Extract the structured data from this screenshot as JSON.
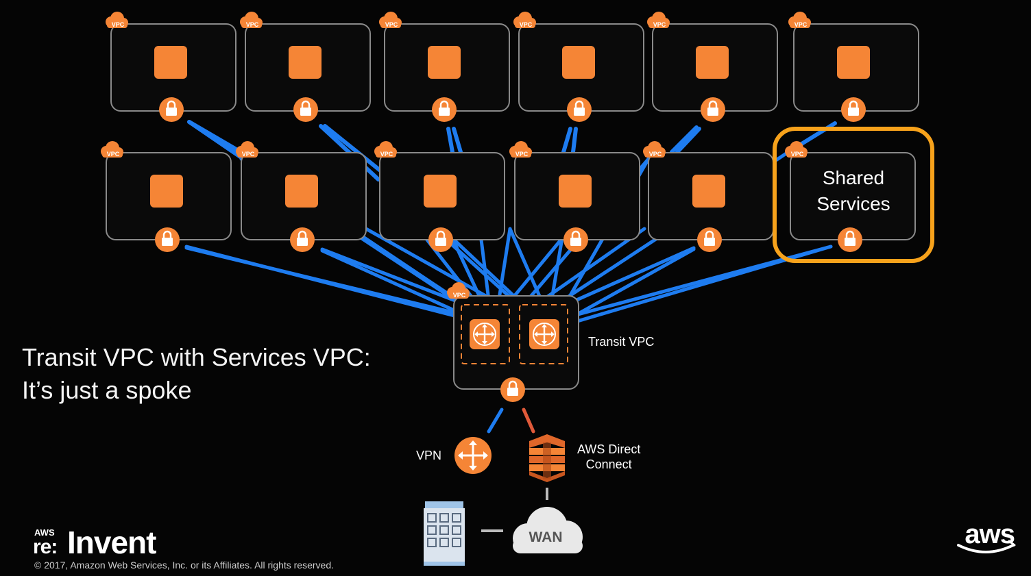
{
  "title": {
    "line1": "Transit VPC with Services VPC:",
    "line2": "It’s just a spoke"
  },
  "labels": {
    "vpc_badge": "VPC",
    "transit_vpc": "Transit VPC",
    "vpn": "VPN",
    "direct_connect_line1": "AWS Direct",
    "direct_connect_line2": "Connect",
    "wan": "WAN",
    "shared_services": "Shared Services"
  },
  "branding": {
    "event_small": "AWS",
    "event_re": "re:",
    "event_main": "Invent",
    "copyright": "© 2017, Amazon Web Services, Inc. or its Affiliates. All rights reserved.",
    "aws_logo": "aws"
  },
  "spoke_vpcs": {
    "row1_count": 6,
    "row2_count": 6,
    "highlighted": "Shared Services"
  },
  "colors": {
    "accent_orange": "#f58536",
    "highlight_orange": "#f7a21b",
    "link_blue": "#1e7cf0",
    "dc_link_red": "#e05a3a",
    "background": "#050505",
    "box_border": "#8a8a8a"
  },
  "icons": [
    "vpc-cloud-icon",
    "instance-icon",
    "lock-icon",
    "router-icon",
    "vpn-icon",
    "direct-connect-icon",
    "datacenter-icon",
    "wan-cloud-icon"
  ]
}
